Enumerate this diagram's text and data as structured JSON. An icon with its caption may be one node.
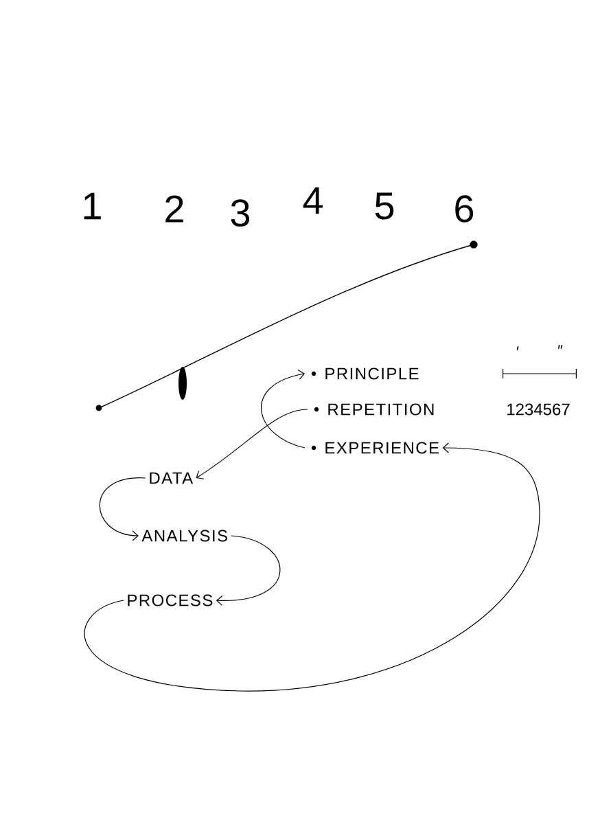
{
  "diagram": {
    "nodes": [
      {
        "text": [
          "PRINCIPLE"
        ]
      },
      {
        "text": [
          "REPETITION"
        ]
      },
      {
        "text": [
          "EXPERIENCE"
        ]
      },
      {
        "text": [
          "DATA"
        ]
      },
      {
        "text": [
          "ANALYSIS"
        ]
      },
      {
        "text": [
          "PROCESS"
        ]
      }
    ],
    "edges": [
      {
        "from": 2,
        "to": 0,
        "arrow": "to"
      },
      {
        "from": 1,
        "to": 3,
        "arrow": "to"
      },
      {
        "from": 3,
        "to": 4,
        "arrow": "to"
      },
      {
        "from": 4,
        "to": 5,
        "arrow": "to"
      },
      {
        "from": 5,
        "to": 2,
        "arrow": "to"
      }
    ],
    "labels": [
      "1",
      "2",
      "3",
      "4",
      "5",
      "6",
      "′",
      "″",
      "1234567"
    ]
  }
}
